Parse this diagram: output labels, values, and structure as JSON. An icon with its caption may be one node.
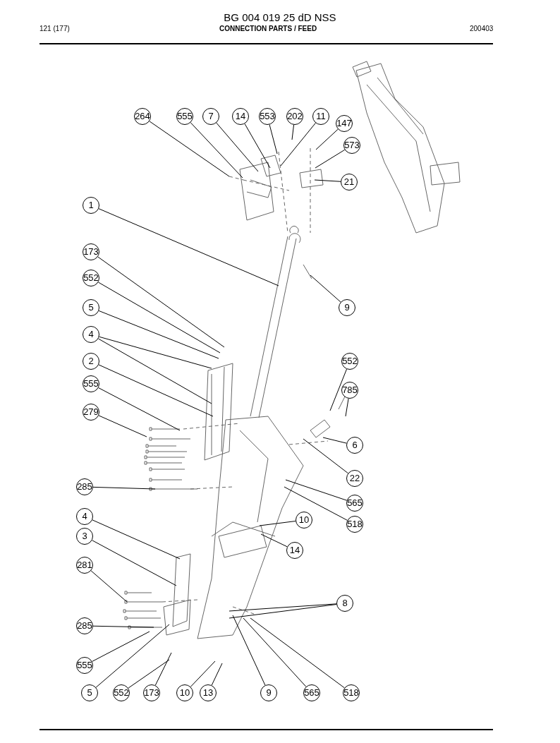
{
  "diagram": {
    "title": "BG 004 019 25 dD NSS",
    "nodes": [
      {
        "text": [
          "264"
        ]
      },
      {
        "text": [
          "555"
        ]
      },
      {
        "text": [
          "7"
        ]
      },
      {
        "text": [
          "14"
        ]
      },
      {
        "text": [
          "553"
        ]
      },
      {
        "text": [
          "202"
        ]
      },
      {
        "text": [
          "11"
        ]
      },
      {
        "text": [
          "147"
        ]
      },
      {
        "text": [
          "573"
        ]
      },
      {
        "text": [
          "21"
        ]
      },
      {
        "text": [
          "1"
        ]
      },
      {
        "text": [
          "173"
        ]
      },
      {
        "text": [
          "552"
        ]
      },
      {
        "text": [
          "5"
        ]
      },
      {
        "text": [
          "9"
        ]
      },
      {
        "text": [
          "4"
        ]
      },
      {
        "text": [
          "2"
        ]
      },
      {
        "text": [
          "552"
        ]
      },
      {
        "text": [
          "555"
        ]
      },
      {
        "text": [
          "785"
        ]
      },
      {
        "text": [
          "279"
        ]
      },
      {
        "text": [
          "6"
        ]
      },
      {
        "text": [
          "22"
        ]
      },
      {
        "text": [
          "285"
        ]
      },
      {
        "text": [
          "565"
        ]
      },
      {
        "text": [
          "4"
        ]
      },
      {
        "text": [
          "10"
        ]
      },
      {
        "text": [
          "518"
        ]
      },
      {
        "text": [
          "3"
        ]
      },
      {
        "text": [
          "14"
        ]
      },
      {
        "text": [
          "281"
        ]
      },
      {
        "text": [
          "8"
        ]
      },
      {
        "text": [
          "285"
        ]
      },
      {
        "text": [
          "555"
        ]
      },
      {
        "text": [
          "5"
        ]
      },
      {
        "text": [
          "552"
        ]
      },
      {
        "text": [
          "173"
        ]
      },
      {
        "text": [
          "10"
        ]
      },
      {
        "text": [
          "13"
        ]
      },
      {
        "text": [
          "9"
        ]
      },
      {
        "text": [
          "565"
        ]
      },
      {
        "text": [
          "518"
        ]
      }
    ],
    "edges": [
      {
        "from": 0,
        "to": null,
        "arrow": "none"
      },
      {
        "from": 1,
        "to": null,
        "arrow": "none"
      },
      {
        "from": 2,
        "to": null,
        "arrow": "none"
      },
      {
        "from": 3,
        "to": null,
        "arrow": "none"
      },
      {
        "from": 4,
        "to": null,
        "arrow": "none"
      },
      {
        "from": 5,
        "to": null,
        "arrow": "none"
      },
      {
        "from": 6,
        "to": null,
        "arrow": "none"
      },
      {
        "from": 7,
        "to": null,
        "arrow": "none"
      },
      {
        "from": 8,
        "to": null,
        "arrow": "none"
      },
      {
        "from": 9,
        "to": null,
        "arrow": "none"
      },
      {
        "from": 10,
        "to": null,
        "arrow": "none"
      },
      {
        "from": 11,
        "to": null,
        "arrow": "none"
      },
      {
        "from": 12,
        "to": null,
        "arrow": "none"
      },
      {
        "from": 13,
        "to": null,
        "arrow": "none"
      },
      {
        "from": 14,
        "to": null,
        "arrow": "none"
      },
      {
        "from": 15,
        "to": null,
        "arrow": "none"
      },
      {
        "from": 15,
        "to": null,
        "arrow": "none"
      },
      {
        "from": 16,
        "to": null,
        "arrow": "none"
      },
      {
        "from": 17,
        "to": null,
        "arrow": "none"
      },
      {
        "from": 18,
        "to": null,
        "arrow": "none"
      },
      {
        "from": 19,
        "to": null,
        "arrow": "none"
      },
      {
        "from": 20,
        "to": null,
        "arrow": "none"
      },
      {
        "from": 21,
        "to": null,
        "arrow": "none"
      },
      {
        "from": 22,
        "to": null,
        "arrow": "none"
      },
      {
        "from": 23,
        "to": null,
        "arrow": "none"
      },
      {
        "from": 24,
        "to": null,
        "arrow": "none"
      },
      {
        "from": 25,
        "to": null,
        "arrow": "none"
      },
      {
        "from": 26,
        "to": null,
        "arrow": "none"
      },
      {
        "from": 27,
        "to": null,
        "arrow": "none"
      },
      {
        "from": 28,
        "to": null,
        "arrow": "none"
      },
      {
        "from": 29,
        "to": null,
        "arrow": "none"
      },
      {
        "from": 30,
        "to": null,
        "arrow": "none"
      },
      {
        "from": 31,
        "to": null,
        "arrow": "none"
      },
      {
        "from": 31,
        "to": null,
        "arrow": "none"
      },
      {
        "from": 32,
        "to": null,
        "arrow": "none"
      },
      {
        "from": 33,
        "to": null,
        "arrow": "none"
      },
      {
        "from": 34,
        "to": null,
        "arrow": "none"
      },
      {
        "from": 35,
        "to": null,
        "arrow": "none"
      },
      {
        "from": 36,
        "to": null,
        "arrow": "none"
      },
      {
        "from": 37,
        "to": null,
        "arrow": "none"
      },
      {
        "from": 38,
        "to": null,
        "arrow": "none"
      },
      {
        "from": 39,
        "to": null,
        "arrow": "none"
      },
      {
        "from": 40,
        "to": null,
        "arrow": "none"
      },
      {
        "from": 41,
        "to": null,
        "arrow": "none"
      }
    ],
    "labels": [
      "121 (177)",
      "CONNECTION PARTS / FEED",
      "200403"
    ]
  }
}
